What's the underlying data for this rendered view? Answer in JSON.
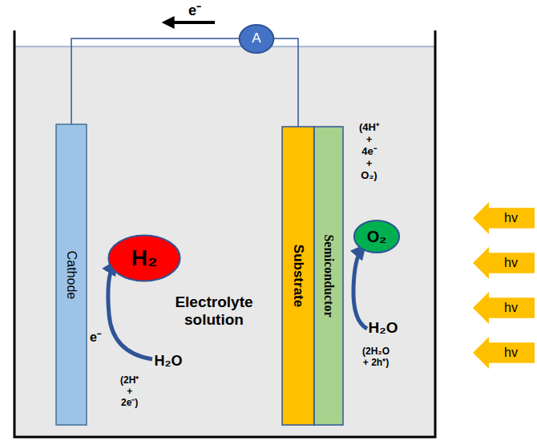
{
  "diagram": {
    "nodes": [
      {
        "text": [
          "A"
        ]
      },
      {
        "text": [
          "Cathode"
        ]
      },
      {
        "text": [
          "H₂"
        ]
      },
      {
        "text": [
          "Substrate"
        ]
      },
      {
        "text": [
          "Semiconductor"
        ]
      },
      {
        "text": [
          "O₂"
        ]
      },
      {
        "text": [
          "hv"
        ]
      },
      {
        "text": [
          "hv"
        ]
      },
      {
        "text": [
          "hv"
        ]
      },
      {
        "text": [
          "hv"
        ]
      }
    ],
    "edges": [
      {
        "from": 1,
        "to": 0,
        "arrow": "none"
      },
      {
        "from": 0,
        "to": 3,
        "arrow": "none"
      }
    ],
    "labels": [
      "e⁻",
      "e⁻",
      "Electrolyte solution",
      "H₂O",
      "(2H⁺ + 2e⁻)",
      "H₂O",
      "(2H₂O + 2h⁺)",
      "(4H⁺ + 4e⁻ + O₂)"
    ]
  }
}
